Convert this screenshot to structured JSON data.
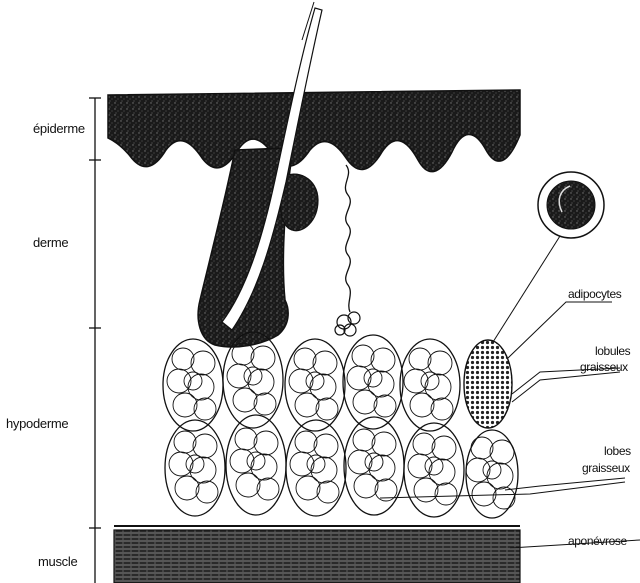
{
  "left_labels": {
    "epidermis": "épiderme",
    "dermis": "derme",
    "hypodermis": "hypoderme",
    "muscle": "muscle"
  },
  "right_labels": {
    "adipocytes": "adipocytes",
    "lobules_line1": "lobules",
    "lobules_line2": "graisseux",
    "lobes_line1": "lobes",
    "lobes_line2": "graisseux",
    "aponeurosis": "aponévrose"
  },
  "colors": {
    "ink": "#111111",
    "paper": "#ffffff"
  }
}
